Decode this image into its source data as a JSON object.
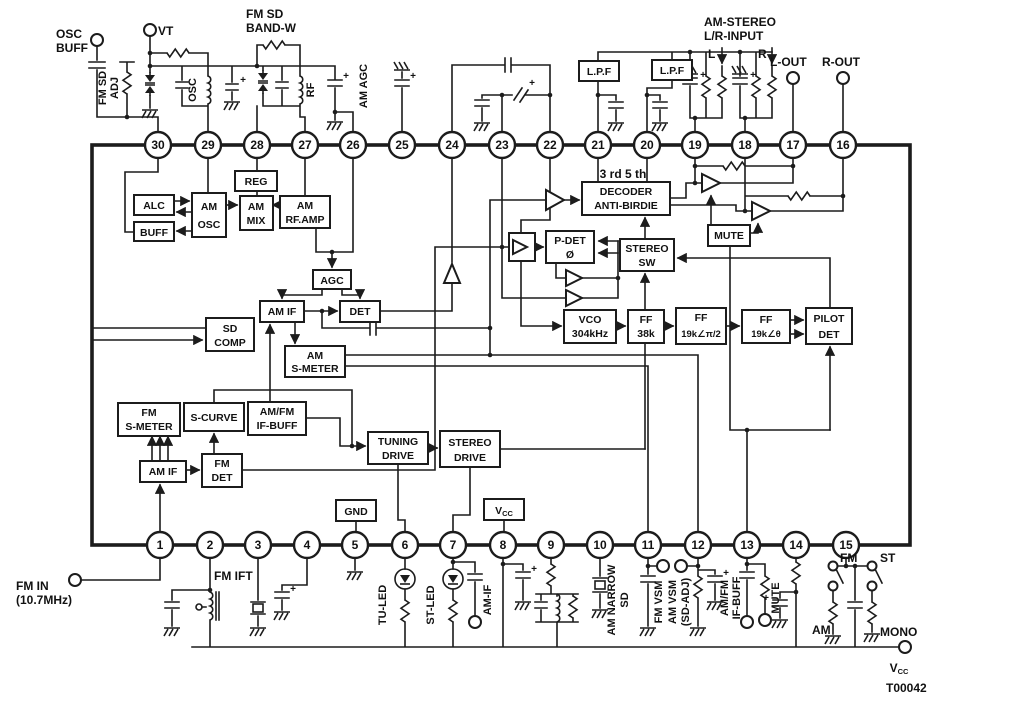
{
  "colors": {
    "ink": "#1c1c1c",
    "paper": "#ffffff"
  },
  "pins": {
    "top": [
      "30",
      "29",
      "28",
      "27",
      "26",
      "25",
      "24",
      "23",
      "22",
      "21",
      "20",
      "19",
      "18",
      "17",
      "16"
    ],
    "bottom": [
      "1",
      "2",
      "3",
      "4",
      "5",
      "6",
      "7",
      "8",
      "9",
      "10",
      "11",
      "12",
      "13",
      "14",
      "15"
    ]
  },
  "blocks": {
    "reg": "REG",
    "alc": "ALC",
    "buff": "BUFF",
    "agc": "AGC",
    "am_osc_1": "AM",
    "am_osc_2": "OSC",
    "am_mix_1": "AM",
    "am_mix_2": "MIX",
    "am_rfamp_1": "AM",
    "am_rfamp_2": "RF.AMP",
    "am_if": "AM IF",
    "det": "DET",
    "sd_comp_1": "SD",
    "sd_comp_2": "COMP",
    "am_sm_1": "AM",
    "am_sm_2": "S-METER",
    "fm_sm_1": "FM",
    "fm_sm_2": "S-METER",
    "s_curve": "S-CURVE",
    "ifbuff_1": "AM/FM",
    "ifbuff_2": "IF-BUFF",
    "am_if2": "AM IF",
    "fm_det_1": "FM",
    "fm_det_2": "DET",
    "tuning_1": "TUNING",
    "tuning_2": "DRIVE",
    "stereo_1": "STEREO",
    "stereo_2": "DRIVE",
    "decoder_note": "3 rd 5 th",
    "decoder_1": "DECODER",
    "decoder_2": "ANTI-BIRDIE",
    "pdet_1": "P-DET",
    "pdet_2": "Ø",
    "ssw_1": "STEREO",
    "ssw_2": "SW",
    "mute": "MUTE",
    "vco_1": "VCO",
    "vco_2": "304kHz",
    "ff1_1": "FF",
    "ff1_2": "38k",
    "ff2_1": "FF",
    "ff2_2": "19k∠π/2",
    "ff3_1": "FF",
    "ff3_2": "19k∠θ",
    "pilot_1": "PILOT",
    "pilot_2": "DET",
    "lpf": "L.P.F",
    "gnd": "GND",
    "vcc_v": "V",
    "vcc_sub": "CC"
  },
  "labels": {
    "osc_buff_1": "OSC",
    "osc_buff_2": "BUFF",
    "vt": "VT",
    "fm_sd_adj_1": "FM SD",
    "fm_sd_adj_2": "ADJ",
    "osc_coil": "OSC",
    "rf_coil": "RF",
    "am_agc": "AM AGC",
    "fm_sd_bandw_1": "FM SD",
    "fm_sd_bandw_2": "BAND-W",
    "am_stereo_1": "AM-STEREO",
    "am_stereo_2": "L/R-INPUT",
    "l": "L",
    "r": "R",
    "l_out": "L-OUT",
    "r_out": "R-OUT",
    "fm_in_1": "FM IN",
    "fm_in_2": "(10.7MHz)",
    "fm_ift": "FM IFT",
    "tu_led": "TU-LED",
    "st_led": "ST-LED",
    "am_if": "AM-IF",
    "am_narrow_1": "AM NARROW",
    "am_narrow_2": "SD",
    "fm_vsm": "FM VSM",
    "am_vsm": "AM VSM",
    "sd_adj": "(SD-ADJ)",
    "amfm_1": "AM/FM",
    "amfm_2": "IF-BUFF",
    "mute": "MUTE",
    "fm": "FM",
    "am": "AM",
    "st": "ST",
    "mono": "MONO",
    "vcc_v": "V",
    "vcc_sub": "CC",
    "plus": "+",
    "figure_number": "T00042"
  }
}
